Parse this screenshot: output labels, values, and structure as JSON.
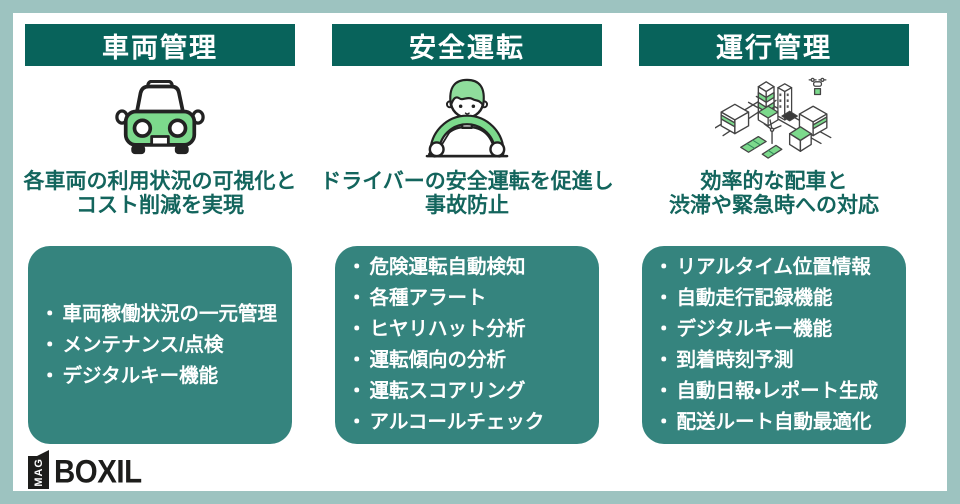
{
  "bullet_char": "・",
  "colors": {
    "frame": "#9dc3c0",
    "header_bg": "#08635b",
    "box_bg": "#35847e",
    "description_text": "#13655d",
    "accent_green": "#7cd98c",
    "logo_black": "#1d1d1b"
  },
  "columns": [
    {
      "header": "車両管理",
      "icon": "car-icon",
      "description_lines": [
        "各車両の利用状況の可視化と",
        "コスト削減を実現"
      ],
      "items": [
        "車両稼働状況の一元管理",
        "メンテナンス/点検",
        "デジタルキー機能"
      ]
    },
    {
      "header": "安全運転",
      "icon": "driver-icon",
      "description_lines": [
        "ドライバーの安全運転を促進し",
        "事故防止"
      ],
      "items": [
        "危険運転自動検知",
        "各種アラート",
        "ヒヤリハット分析",
        "運転傾向の分析",
        "運転スコアリング",
        "アルコールチェック"
      ]
    },
    {
      "header": "運行管理",
      "icon": "city-icon",
      "description_lines": [
        "効率的な配車と",
        "渋滞や緊急時への対応"
      ],
      "items": [
        "リアルタイム位置情報",
        "自動走行記録機能",
        "デジタルキー機能",
        "到着時刻予測",
        "自動日報・レポート生成",
        "配送ルート自動最適化"
      ]
    }
  ],
  "logo": {
    "badge": "MAG",
    "name": "BOXIL"
  }
}
